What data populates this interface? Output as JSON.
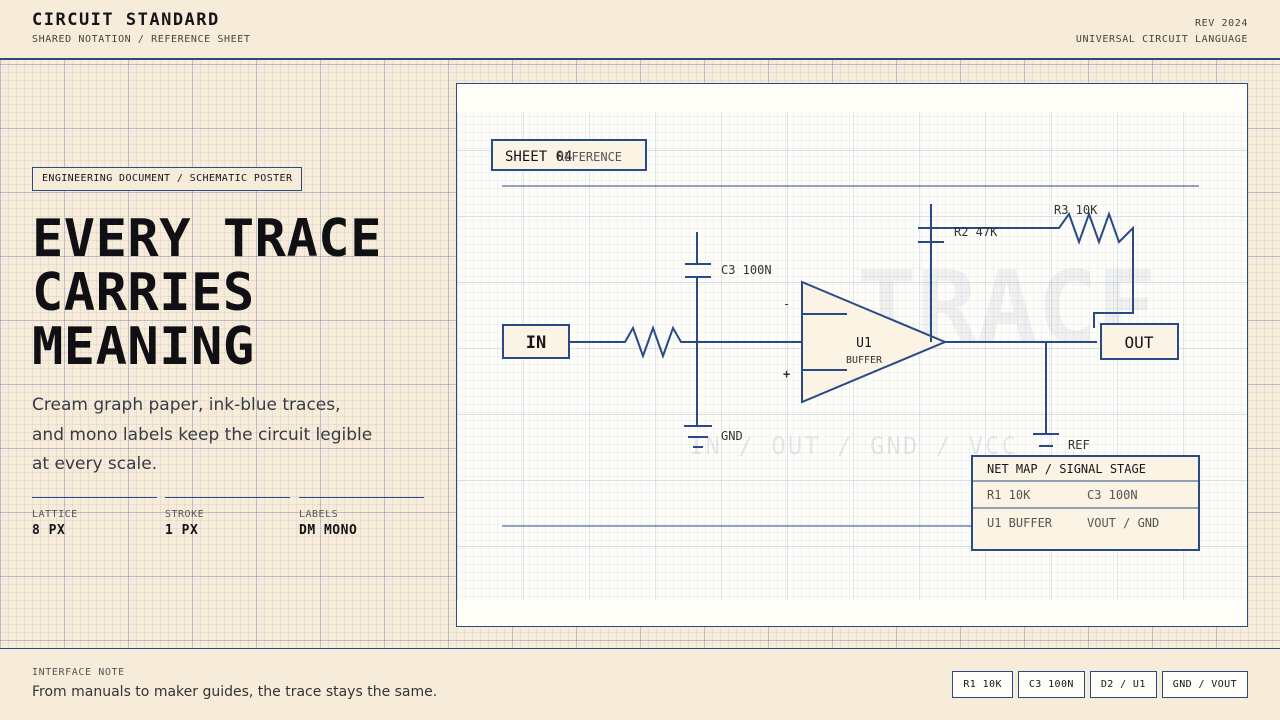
{
  "header": {
    "brand": "CIRCUIT STANDARD",
    "subtitle": "SHARED NOTATION / REFERENCE SHEET",
    "revision": "REV 2024",
    "language": "UNIVERSAL CIRCUIT LANGUAGE"
  },
  "hero": {
    "tag": "ENGINEERING DOCUMENT / SCHEMATIC POSTER",
    "headline": [
      "EVERY TRACE",
      "CARRIES",
      "MEANING"
    ],
    "body": [
      "Cream graph paper, ink-blue traces,",
      "and mono labels keep the circuit legible",
      "at every scale."
    ],
    "specs": [
      {
        "label": "LATTICE",
        "value": "8 PX"
      },
      {
        "label": "STROKE",
        "value": "1 PX"
      },
      {
        "label": "LABELS",
        "value": "DM MONO"
      }
    ]
  },
  "schematic": {
    "sheet_label": "SHEET 04",
    "sheet_overlay": "REFERENCE",
    "watermark": "TRACE",
    "watermark_sub": "IN / OUT / GND / VCC",
    "input_label": "IN",
    "output_label": "OUT",
    "opamp_name": "U1",
    "opamp_role": "BUFFER",
    "minus": "-",
    "plus": "+",
    "c3_label": "C3 100N",
    "r2_label": "R2 47K",
    "r3_label": "R3 10K",
    "gnd_label": "GND",
    "ref_label": "REF",
    "net_map": {
      "title": "NET MAP / SIGNAL STAGE",
      "rows": [
        [
          "R1 10K",
          "C3 100N"
        ],
        [
          "U1 BUFFER",
          "VOUT / GND"
        ]
      ]
    }
  },
  "footer": {
    "note_label": "INTERFACE NOTE",
    "note_text": "From manuals to maker guides, the trace stays the same.",
    "chips": [
      "R1 10K",
      "C3 100N",
      "D2 / U1",
      "GND / VOUT"
    ]
  },
  "colors": {
    "paper": "#f7ecd9",
    "ink_blue": "#2a4a86",
    "panel": "#fffdf8",
    "text": "#15151a"
  }
}
